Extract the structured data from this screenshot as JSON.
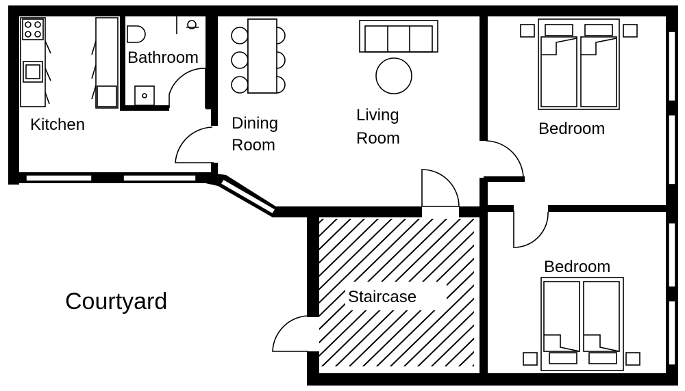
{
  "rooms": {
    "kitchen": "Kitchen",
    "bathroom": "Bathroom",
    "dining_line1": "Dining",
    "dining_line2": "Room",
    "living_line1": "Living",
    "living_line2": "Room",
    "bedroom_top": "Bedroom",
    "bedroom_bottom": "Bedroom",
    "staircase": "Staircase",
    "courtyard": "Courtyard"
  },
  "colors": {
    "walls": "#000000",
    "background": "#ffffff",
    "hatch": "#000000"
  }
}
